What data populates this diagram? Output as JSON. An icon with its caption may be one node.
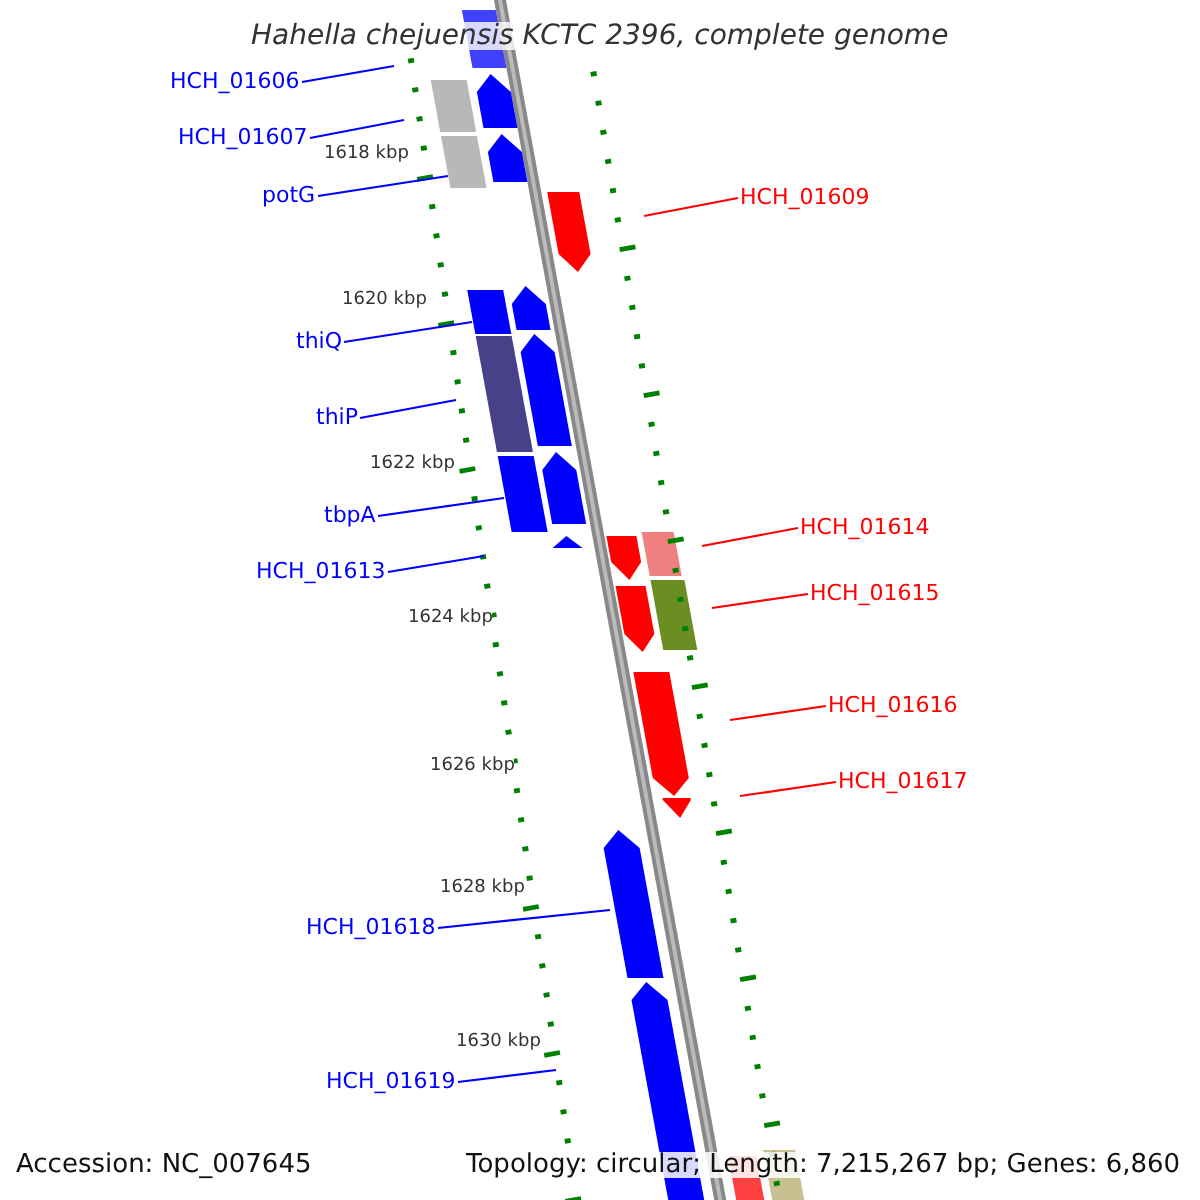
{
  "diagram": {
    "title": "Hahella chejuensis KCTC 2396, complete genome",
    "nodes": [
      {
        "text": [
          "HCH_01606"
        ]
      },
      {
        "text": [
          "HCH_01607"
        ]
      },
      {
        "text": [
          "potG"
        ]
      },
      {
        "text": [
          "HCH_01609"
        ]
      },
      {
        "text": [
          "thiQ"
        ]
      },
      {
        "text": [
          "thiP"
        ]
      },
      {
        "text": [
          "tbpA"
        ]
      },
      {
        "text": [
          "HCH_01613"
        ]
      },
      {
        "text": [
          "HCH_01614"
        ]
      },
      {
        "text": [
          "HCH_01615"
        ]
      },
      {
        "text": [
          "HCH_01616"
        ]
      },
      {
        "text": [
          "HCH_01617"
        ]
      },
      {
        "text": [
          "HCH_01618"
        ]
      },
      {
        "text": [
          "HCH_01619"
        ]
      }
    ],
    "edges": [
      {
        "from": 0,
        "to": null,
        "arrow": "none"
      },
      {
        "from": 1,
        "to": null,
        "arrow": "none"
      },
      {
        "from": 2,
        "to": null,
        "arrow": "none"
      },
      {
        "from": 3,
        "to": null,
        "arrow": "none",
        "color": "#ff0000"
      },
      {
        "from": 4,
        "to": null,
        "arrow": "none"
      },
      {
        "from": 5,
        "to": null,
        "arrow": "none"
      },
      {
        "from": 6,
        "to": null,
        "arrow": "none"
      },
      {
        "from": 7,
        "to": null,
        "arrow": "none"
      },
      {
        "from": 8,
        "to": null,
        "arrow": "none",
        "color": "#ff0000"
      },
      {
        "from": 9,
        "to": null,
        "arrow": "none",
        "color": "#ff0000"
      },
      {
        "from": 10,
        "to": null,
        "arrow": "none",
        "color": "#ff0000"
      },
      {
        "from": 11,
        "to": null,
        "arrow": "none",
        "color": "#ff0000"
      },
      {
        "from": 12,
        "to": null,
        "arrow": "none"
      },
      {
        "from": 13,
        "to": null,
        "arrow": "none"
      }
    ],
    "labels": [
      "1618 kbp",
      "1620 kbp",
      "1622 kbp",
      "1624 kbp",
      "1626 kbp",
      "1628 kbp",
      "1630 kbp",
      "Accession: NC_007645",
      "Topology: circular; Length: 7,215,267 bp; Genes: 6,860"
    ]
  }
}
